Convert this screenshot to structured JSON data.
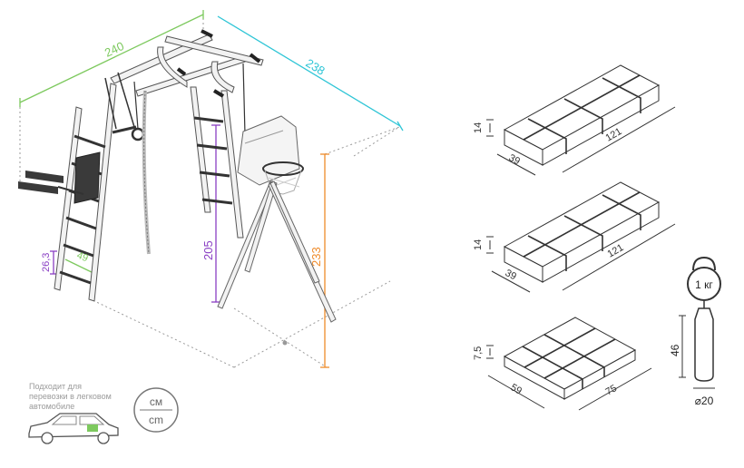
{
  "colors": {
    "green": "#7dc95e",
    "cyan": "#2ec5d6",
    "purple": "#8a3fc4",
    "orange": "#ef8b2a",
    "line": "#333333",
    "frame": "#e9e9e9"
  },
  "complex": {
    "width": "240",
    "depth": "238",
    "height_main": "205",
    "height_hoop": "233",
    "step_height": "26,3",
    "step_width": "49"
  },
  "packages": [
    {
      "height": "14",
      "width": "39",
      "length": "121"
    },
    {
      "height": "14",
      "width": "39",
      "length": "121"
    },
    {
      "height": "7,5",
      "width": "59",
      "length": "75"
    }
  ],
  "accessories": {
    "weight": "1 кг",
    "bag_height": "46",
    "bag_diameter": "⌀20"
  },
  "car_note": {
    "line1": "Подходит для",
    "line2": "перевозки в легковом",
    "line3": "автомобиле"
  },
  "units": {
    "top": "см",
    "bottom": "cm"
  },
  "icons": [
    "kettlebell-icon",
    "punching-bag-icon",
    "car-icon",
    "units-badge-icon"
  ]
}
